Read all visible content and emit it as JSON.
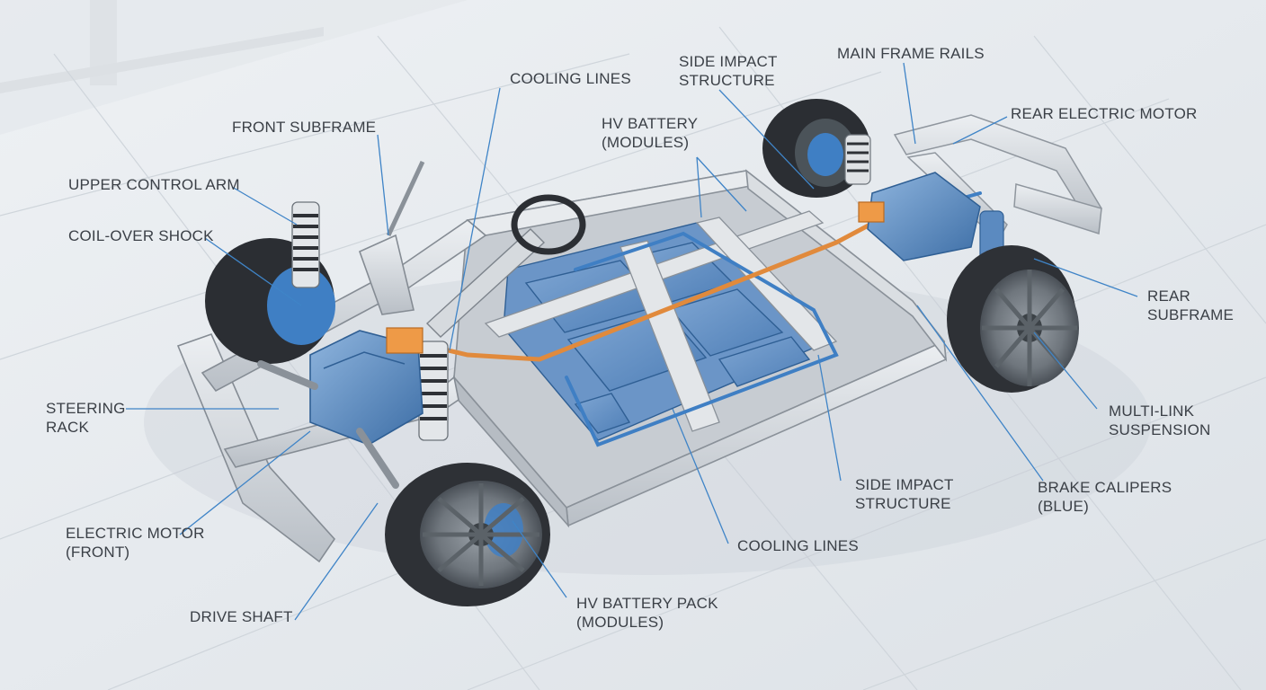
{
  "colors": {
    "leader_line": "#3f84c7",
    "battery_blue": "#5f8fc6",
    "cooling_line": "#3f7fc4",
    "orange_cable": "#e18a3c",
    "frame_gray": "#d4d8dc",
    "tire": "#2e3136",
    "label_text": "#3b4047"
  },
  "labels": {
    "front_subframe": [
      "FRONT SUBFRAME"
    ],
    "upper_control_arm": [
      "UPPER CONTROL ARM"
    ],
    "coil_over_shock": [
      "COIL-OVER SHOCK"
    ],
    "steering_rack": [
      "STEERING",
      "RACK"
    ],
    "electric_motor_front": [
      "ELECTRIC MOTOR",
      "(FRONT)"
    ],
    "drive_shaft": [
      "DRIVE SHAFT"
    ],
    "cooling_lines_top": [
      "COOLING LINES"
    ],
    "hv_battery_modules": [
      "HV BATTERY",
      "(MODULES)"
    ],
    "side_impact_top": [
      "SIDE IMPACT",
      "STRUCTURE"
    ],
    "main_frame_rails": [
      "MAIN FRAME RAILS"
    ],
    "rear_electric_motor": [
      "REAR ELECTRIC MOTOR"
    ],
    "rear_subframe": [
      "REAR",
      "SUBFRAME"
    ],
    "multi_link_suspension": [
      "MULTI-LINK",
      "SUSPENSION"
    ],
    "brake_calipers": [
      "BRAKE CALIPERS",
      "(BLUE)"
    ],
    "side_impact_bottom": [
      "SIDE IMPACT",
      "STRUCTURE"
    ],
    "cooling_lines_bottom": [
      "COOLING LINES"
    ],
    "hv_battery_pack": [
      "HV BATTERY PACK",
      "(MODULES)"
    ]
  }
}
